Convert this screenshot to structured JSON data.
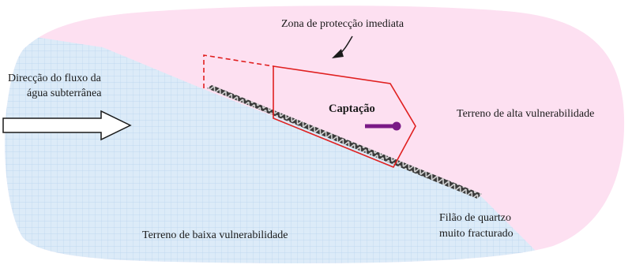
{
  "diagram": {
    "labels": {
      "flow_line1": "Direcção do fluxo da",
      "flow_line2": "água subterrânea",
      "protection_zone": "Zona de protecção imediata",
      "high_vuln": "Terreno de alta vulnerabilidade",
      "low_vuln": "Terreno de baixa vulnerabilidade",
      "capture": "Captação",
      "quartz_line1": "Filão de quartzo",
      "quartz_line2": "muito fracturado"
    },
    "colors": {
      "high_vuln_fill": "#fde0f1",
      "low_vuln_fill": "#dcebf8",
      "grid_line": "#b9d4ee",
      "zone_outline": "#e02020",
      "capture_marker": "#7a1a86",
      "vein_dark": "#3a3a3a",
      "vein_light": "#d8d8d8"
    },
    "icons": {
      "flow": "flow-direction-arrow",
      "pointer": "callout-arrow",
      "capture": "well-marker"
    }
  }
}
